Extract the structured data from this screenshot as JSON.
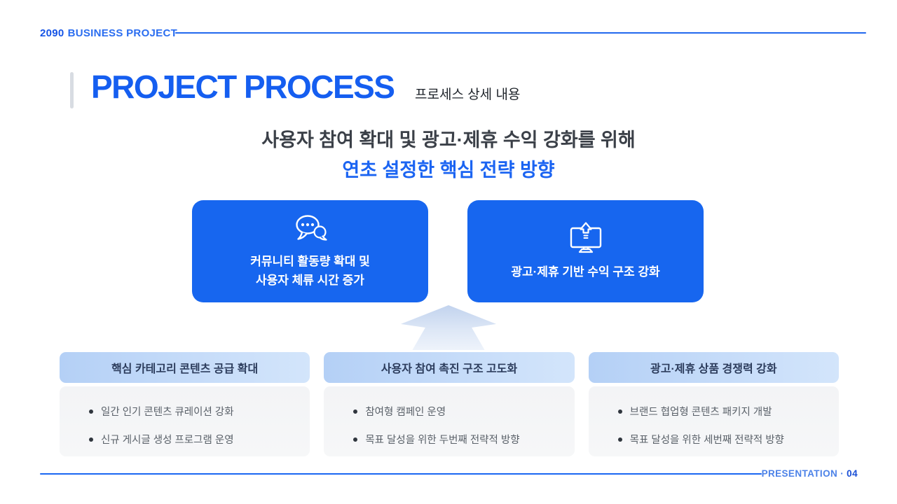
{
  "brand": {
    "bold": "2090",
    "rest": "BUSINESS PROJECT"
  },
  "title": {
    "main": "PROJECT PROCESS",
    "sub": "프로세스 상세 내용"
  },
  "headline": {
    "line1": "사용자 참여 확대 및 광고·제휴 수익 강화를 위해",
    "line2": "연초 설정한 핵심 전략 방향"
  },
  "goal_boxes": [
    {
      "icon": "chat-bubbles-icon",
      "line1": "커뮤니티 활동량 확대 및",
      "line2": "사용자 체류 시간 증가"
    },
    {
      "icon": "monitor-upload-icon",
      "line1": "광고·제휴 기반 수익 구조 강화"
    }
  ],
  "strategy_cards": [
    {
      "title": "핵심 카테고리 콘텐츠 공급 확대",
      "bullets": [
        "일간 인기 콘텐츠 큐레이션 강화",
        "신규 게시글 생성 프로그램 운영"
      ]
    },
    {
      "title": "사용자 참여 촉진 구조 고도화",
      "bullets": [
        "참여형 캠페인 운영",
        "목표 달성을 위한 두번째 전략적 방향"
      ]
    },
    {
      "title": "광고·제휴 상품 경쟁력 강화",
      "bullets": [
        "브랜드 협업형 콘텐츠 패키지 개발",
        "목표 달성을 위한 세번째 전략적 방향"
      ]
    }
  ],
  "footer": {
    "label": "PRESENTATION ·",
    "page": "04"
  },
  "colors": {
    "primary_blue": "#1766ef",
    "title_blue": "#155ef0",
    "headline_dark": "#3b4048",
    "headline_blue": "#1b64f2",
    "card_header_bg": "#bcd6f8",
    "card_header_text": "#2c3c5c",
    "card_body_bg": "#f4f5f7",
    "bullet_text": "#5a6169",
    "rule_blue": "#1b67f2",
    "footer_label_blue": "#4c82e8",
    "footer_page_blue": "#1a4fd6",
    "arrow_fill_top": "#c2d3ee",
    "arrow_fill_bottom": "#eef3fb"
  }
}
